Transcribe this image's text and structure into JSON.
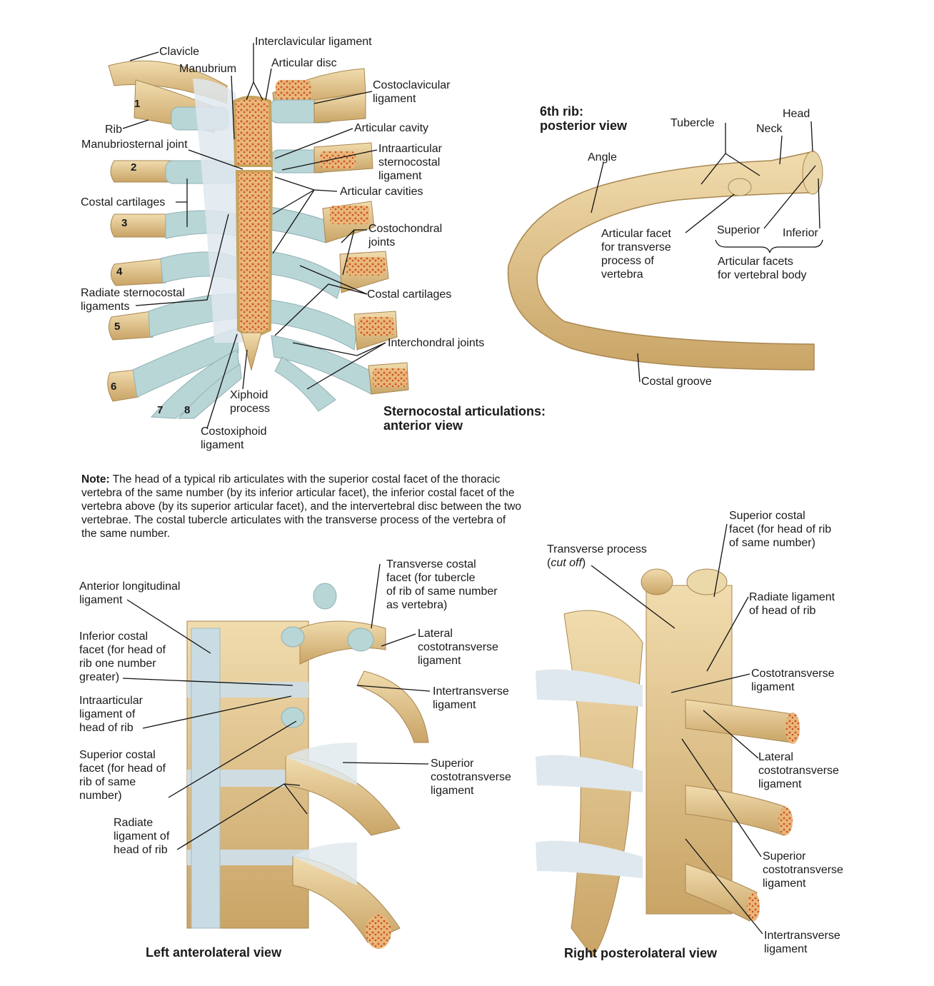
{
  "panel_sternocostal": {
    "title": "Sternocostal articulations:\nanterior view",
    "rib_numbers": [
      "1",
      "2",
      "3",
      "4",
      "5",
      "6",
      "7",
      "8"
    ],
    "labels": {
      "clavicle": "Clavicle",
      "interclavicular": "Interclavicular ligament",
      "manubrium": "Manubrium",
      "articular_disc": "Articular disc",
      "costoclavicular": "Costoclavicular\nligament",
      "rib": "Rib",
      "articular_cavity": "Articular cavity",
      "manubriosternal": "Manubriosternal joint",
      "intraarticular_sc": "Intraarticular\nsternocostal\nligament",
      "articular_cavities": "Articular cavities",
      "costal_cartilages_left": "Costal cartilages",
      "costochondral": "Costochondral\njoints",
      "costal_cartilages_right": "Costal cartilages",
      "radiate_sternocostal": "Radiate sternocostal\nligaments",
      "interchondral": "Interchondral joints",
      "xiphoid": "Xiphoid\nprocess",
      "costoxiphoid": "Costoxiphoid\nligament"
    }
  },
  "panel_6th_rib": {
    "title": "6th rib:\nposterior view",
    "labels": {
      "tubercle": "Tubercle",
      "head": "Head",
      "neck": "Neck",
      "angle": "Angle",
      "facet_transverse": "Articular facet\nfor transverse\nprocess of\nvertebra",
      "superior": "Superior",
      "inferior": "Inferior",
      "facets_body": "Articular facets\nfor vertebral body",
      "costal_groove": "Costal groove"
    }
  },
  "note": {
    "prefix": "Note:",
    "text": " The head of a typical rib articulates with the superior costal facet of the thoracic vertebra of the same number (by its inferior articular facet), the inferior costal facet of the vertebra above (by its superior articular facet), and the intervertebral disc between the two vertebrae. The costal tubercle articulates with the transverse process of the vertebra of the same number."
  },
  "panel_left_anterolateral": {
    "title": "Left anterolateral view",
    "labels": {
      "anterior_longitudinal": "Anterior longitudinal\nligament",
      "transverse_costal_facet": "Transverse costal\nfacet (for tubercle\nof rib of same number\nas vertebra)",
      "inferior_costal_facet": "Inferior costal\nfacet (for head of\nrib one number\ngreater)",
      "lateral_costotransverse": "Lateral\ncostotransverse\nligament",
      "intertransverse": "Intertransverse\nligament",
      "intraarticular_head": "Intraarticular\nligament of\nhead of rib",
      "superior_costal_facet": "Superior costal\nfacet (for head of\nrib of same\nnumber)",
      "superior_costotransverse": "Superior\ncostotransverse\nligament",
      "radiate_head": "Radiate\nligament of\nhead of rib"
    }
  },
  "panel_right_posterolateral": {
    "title": "Right posterolateral view",
    "labels": {
      "superior_costal_facet": "Superior costal\nfacet (for head of rib\nof same number)",
      "transverse_process_1": "Transverse process\n(",
      "transverse_process_cut": "cut off",
      "transverse_process_2": ")",
      "radiate_head": "Radiate ligament\nof head of rib",
      "costotransverse": "Costotransverse\nligament",
      "lateral_costotransverse": "Lateral\ncostotransverse\nligament",
      "superior_costotransverse": "Superior\ncostotransverse\nligament",
      "intertransverse": "Intertransverse\nligament"
    }
  },
  "colors": {
    "bone": "#e3c68c",
    "bone_dark": "#b8955a",
    "cartilage": "#b9d6d7",
    "marrow": "#d8703a",
    "ligament": "#dfe8ee"
  }
}
